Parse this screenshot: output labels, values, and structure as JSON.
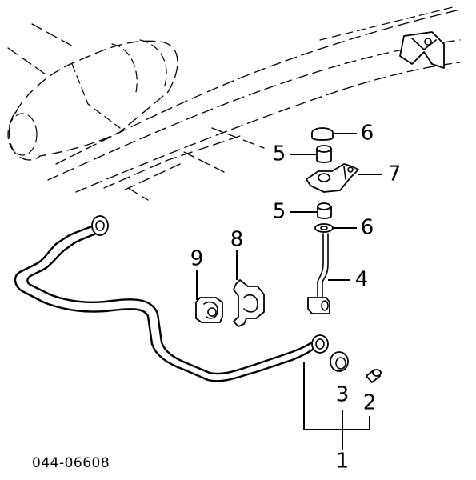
{
  "diagram_code": "044-06608",
  "callouts": {
    "part_1": "1",
    "part_2": "2",
    "part_3": "3",
    "part_4": "4",
    "part_5_upper": "5",
    "part_5_lower": "5",
    "part_6_upper": "6",
    "part_6_lower": "6",
    "part_7": "7",
    "part_8": "8",
    "part_9": "9"
  }
}
